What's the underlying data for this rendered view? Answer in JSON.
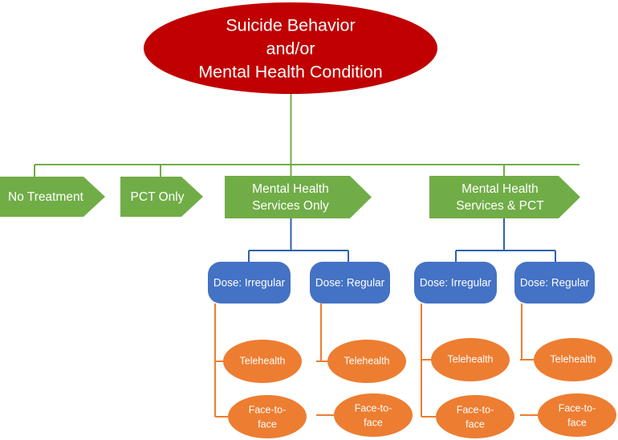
{
  "diagram": {
    "title_node": {
      "id": "root",
      "shape": "ellipse",
      "color": "#C00000",
      "lines": [
        "Suicide Behavior",
        "and/or",
        "Mental Health Condition"
      ]
    },
    "colors": {
      "root_red": "#C00000",
      "branch_green": "#70AD47",
      "dose_blue": "#4472C4",
      "modality_orange": "#ED7D31",
      "background": "#FFFFFF",
      "text": "#FFFFFF"
    },
    "branches": [
      {
        "id": "no-treatment",
        "shape": "chevron",
        "color": "#70AD47",
        "lines": [
          "No Treatment"
        ]
      },
      {
        "id": "pct-only",
        "shape": "chevron",
        "color": "#70AD47",
        "lines": [
          "PCT Only"
        ]
      },
      {
        "id": "mh-services-only",
        "shape": "chevron",
        "color": "#70AD47",
        "lines": [
          "Mental Health",
          "Services Only"
        ]
      },
      {
        "id": "mh-services-and-pct",
        "shape": "chevron",
        "color": "#70AD47",
        "lines": [
          "Mental Health",
          "Services & PCT"
        ]
      }
    ],
    "dose_nodes": [
      {
        "id": "dose-irregular-left",
        "shape": "rounded-rect",
        "color": "#4472C4",
        "label": "Dose: Irregular",
        "parent": "mh-services-only"
      },
      {
        "id": "dose-regular-left",
        "shape": "rounded-rect",
        "color": "#4472C4",
        "label": "Dose: Regular",
        "parent": "mh-services-only"
      },
      {
        "id": "dose-irregular-right",
        "shape": "rounded-rect",
        "color": "#4472C4",
        "label": "Dose: Irregular",
        "parent": "mh-services-and-pct"
      },
      {
        "id": "dose-regular-right",
        "shape": "rounded-rect",
        "color": "#4472C4",
        "label": "Dose: Regular",
        "parent": "mh-services-and-pct"
      }
    ],
    "modality_nodes": [
      {
        "id": "telehealth-1",
        "shape": "ellipse",
        "color": "#ED7D31",
        "lines": [
          "Telehealth"
        ],
        "parent": "dose-irregular-left"
      },
      {
        "id": "face-to-face-1",
        "shape": "ellipse",
        "color": "#ED7D31",
        "lines": [
          "Face-to-",
          "face"
        ],
        "parent": "dose-irregular-left"
      },
      {
        "id": "telehealth-2",
        "shape": "ellipse",
        "color": "#ED7D31",
        "lines": [
          "Telehealth"
        ],
        "parent": "dose-regular-left"
      },
      {
        "id": "face-to-face-2",
        "shape": "ellipse",
        "color": "#ED7D31",
        "lines": [
          "Face-to-",
          "face"
        ],
        "parent": "dose-regular-left"
      },
      {
        "id": "telehealth-3",
        "shape": "ellipse",
        "color": "#ED7D31",
        "lines": [
          "Telehealth"
        ],
        "parent": "dose-irregular-right"
      },
      {
        "id": "face-to-face-3",
        "shape": "ellipse",
        "color": "#ED7D31",
        "lines": [
          "Face-to-",
          "face"
        ],
        "parent": "dose-irregular-right"
      },
      {
        "id": "telehealth-4",
        "shape": "ellipse",
        "color": "#ED7D31",
        "lines": [
          "Telehealth"
        ],
        "parent": "dose-regular-right"
      },
      {
        "id": "face-to-face-4",
        "shape": "ellipse",
        "color": "#ED7D31",
        "lines": [
          "Face-to-",
          "face"
        ],
        "parent": "dose-regular-right"
      }
    ]
  }
}
